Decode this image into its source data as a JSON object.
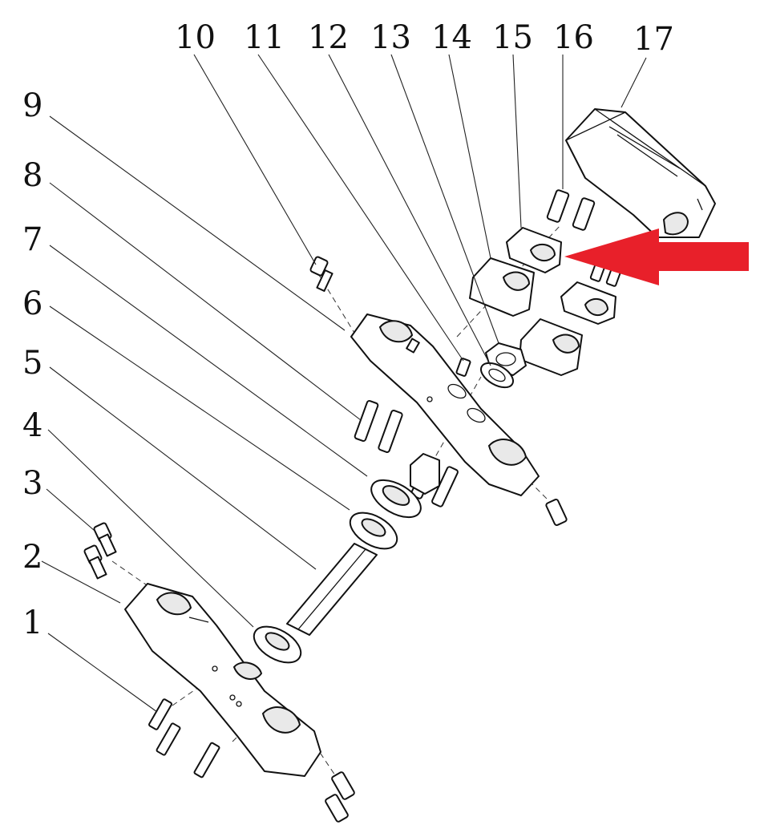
{
  "diagram": {
    "callouts": [
      {
        "id": "1",
        "label": "1"
      },
      {
        "id": "2",
        "label": "2"
      },
      {
        "id": "3",
        "label": "3"
      },
      {
        "id": "4",
        "label": "4"
      },
      {
        "id": "5",
        "label": "5"
      },
      {
        "id": "6",
        "label": "6"
      },
      {
        "id": "7",
        "label": "7"
      },
      {
        "id": "8",
        "label": "8"
      },
      {
        "id": "9",
        "label": "9"
      },
      {
        "id": "10",
        "label": "10"
      },
      {
        "id": "11",
        "label": "11"
      },
      {
        "id": "12",
        "label": "12"
      },
      {
        "id": "13",
        "label": "13"
      },
      {
        "id": "14",
        "label": "14"
      },
      {
        "id": "15",
        "label": "15"
      },
      {
        "id": "16",
        "label": "16"
      },
      {
        "id": "17",
        "label": "17"
      }
    ],
    "highlight_arrow": {
      "color": "#e8202a",
      "points_to": "15"
    }
  }
}
